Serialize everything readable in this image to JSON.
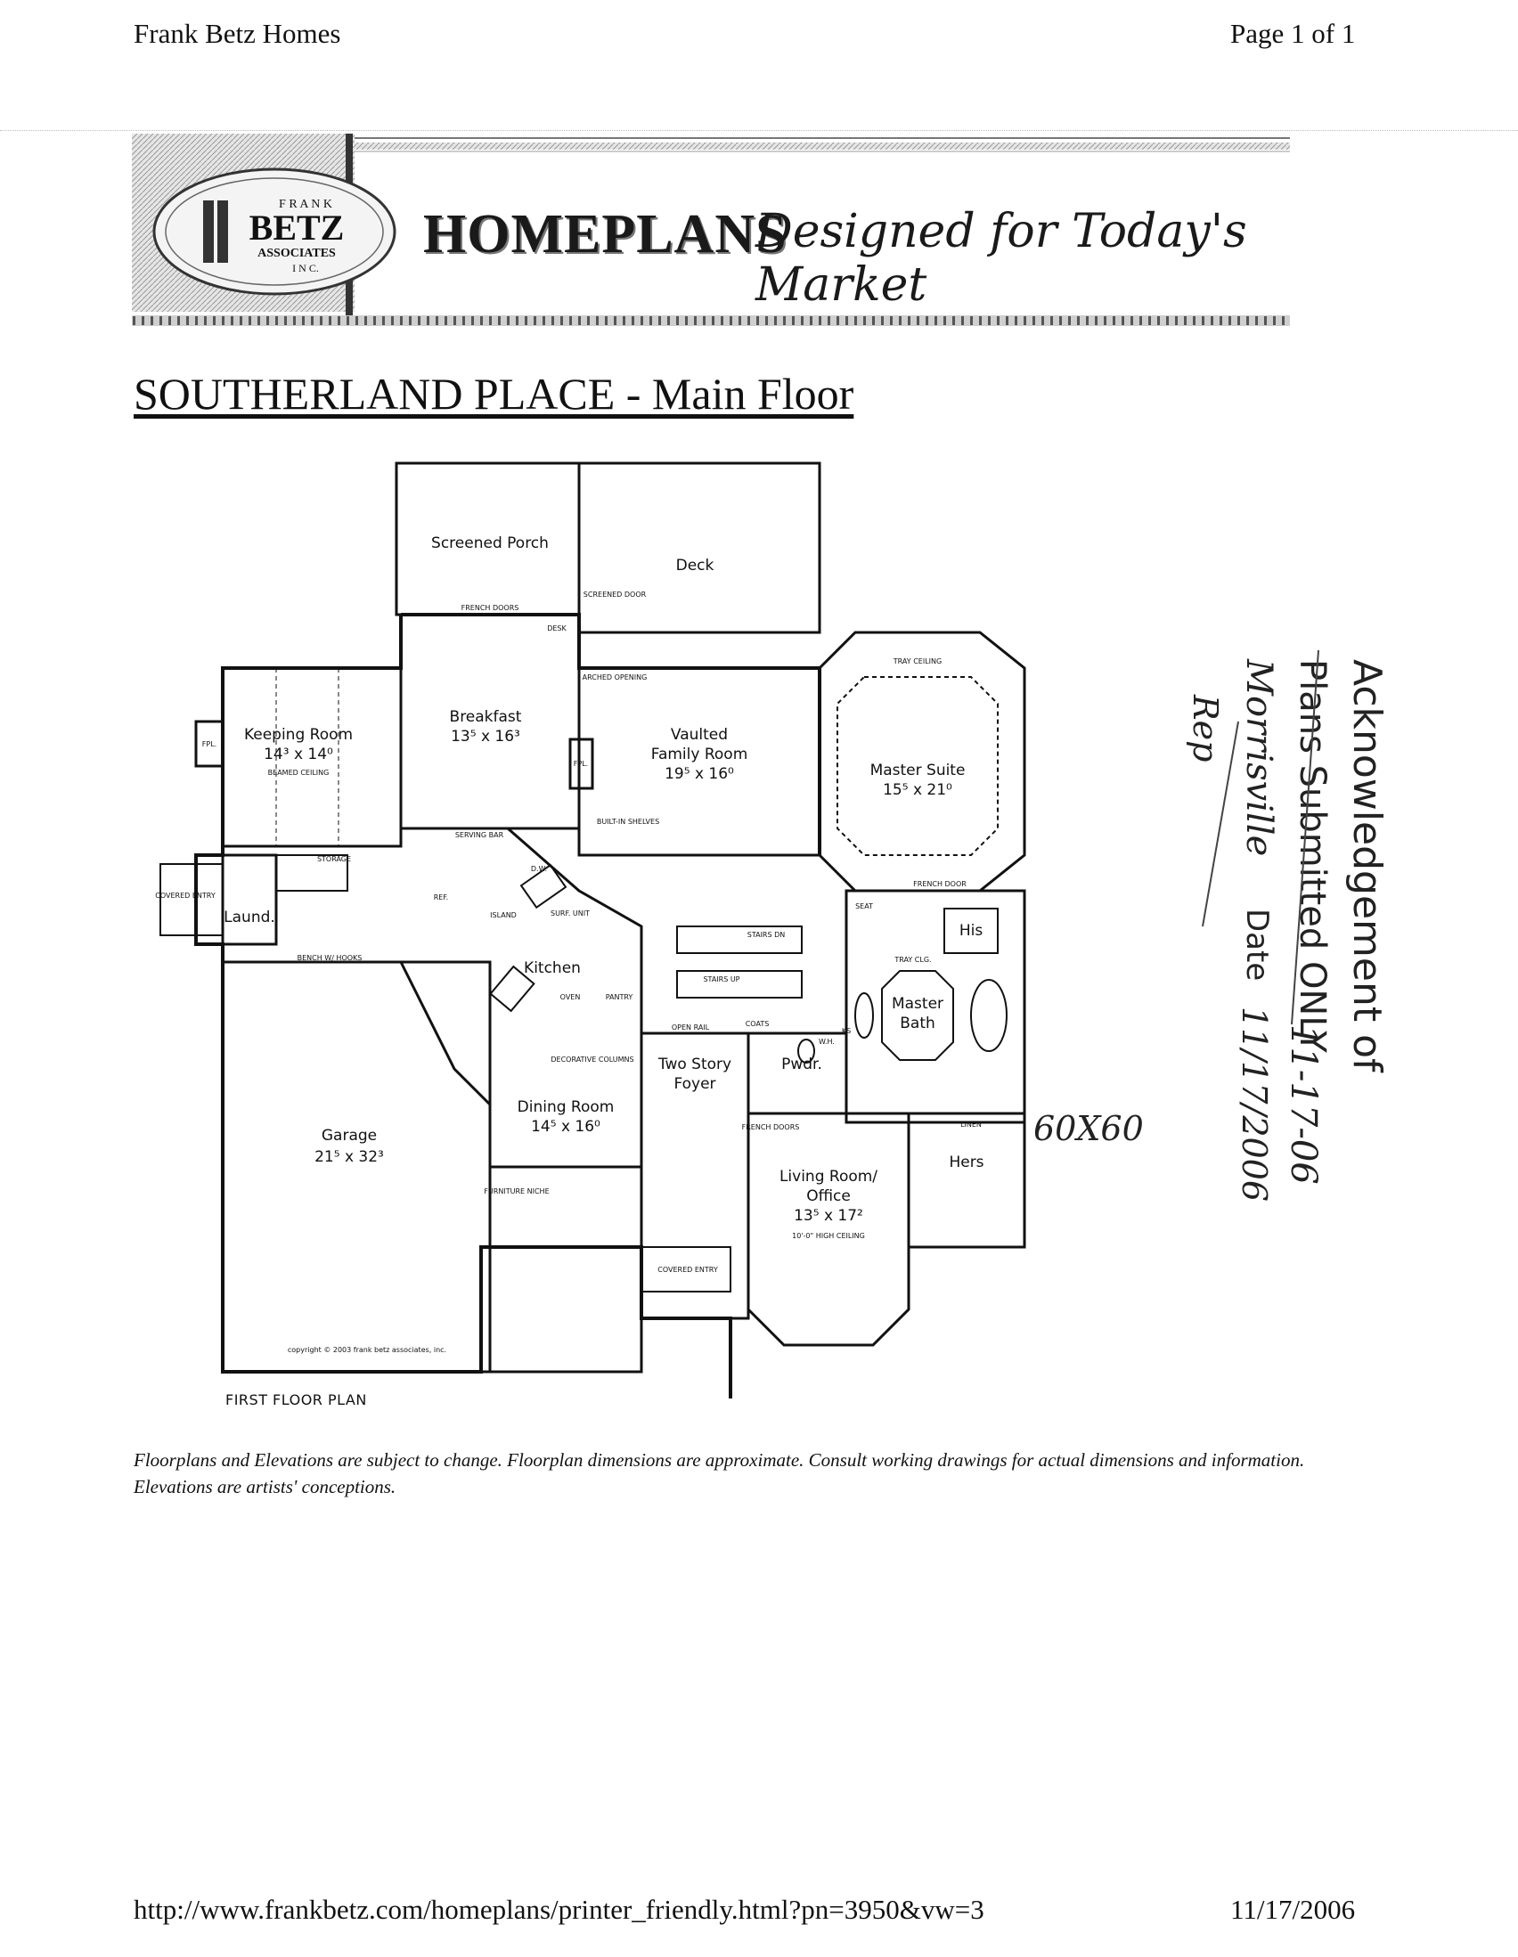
{
  "header": {
    "site_title": "Frank Betz Homes",
    "page_indicator": "Page 1 of 1"
  },
  "banner": {
    "logo_top": "F R A N K",
    "logo_main": "BETZ",
    "logo_sub": "ASSOCIATES",
    "logo_bottom": "I N C.",
    "title": "HOMEPLANS",
    "tagline": "Designed for Today's Market"
  },
  "plan_heading": "SOUTHERLAND PLACE - Main Floor",
  "floorplan": {
    "caption": "FIRST FLOOR PLAN",
    "copyright": "copyright © 2003 frank betz associates, inc.",
    "rooms": [
      {
        "name": "Screened Porch",
        "dim": ""
      },
      {
        "name": "Deck",
        "dim": ""
      },
      {
        "name": "Breakfast",
        "dim": "13⁵ x 16³"
      },
      {
        "name": "Keeping Room",
        "dim": "14³ x 14⁰"
      },
      {
        "name": "Vaulted",
        "dim": ""
      },
      {
        "name": "Family Room",
        "dim": "19⁵ x 16⁰"
      },
      {
        "name": "Master Suite",
        "dim": "15⁵ x 21⁰"
      },
      {
        "name": "His",
        "dim": ""
      },
      {
        "name": "Master",
        "dim": ""
      },
      {
        "name": "Bath",
        "dim": ""
      },
      {
        "name": "Kitchen",
        "dim": ""
      },
      {
        "name": "Laund.",
        "dim": ""
      },
      {
        "name": "Garage",
        "dim": "21⁵ x 32³"
      },
      {
        "name": "Dining Room",
        "dim": "14⁵ x 16⁰"
      },
      {
        "name": "Two Story",
        "dim": ""
      },
      {
        "name": "Foyer",
        "dim": ""
      },
      {
        "name": "Pwdr.",
        "dim": ""
      },
      {
        "name": "Living Room/",
        "dim": ""
      },
      {
        "name": "Office",
        "dim": "13⁵ x 17²"
      },
      {
        "name": "Hers",
        "dim": ""
      }
    ],
    "labels": {
      "french_doors": "FRENCH DOORS",
      "screened_door": "SCREENED DOOR",
      "desk": "DESK",
      "arched_opening": "ARCHED OPENING",
      "tray_ceiling": "TRAY CEILING",
      "beamed_ceiling": "BEAMED CEILING",
      "serving_bar": "SERVING BAR",
      "built_in_shelves": "BUILT-IN SHELVES",
      "storage": "STORAGE",
      "covered_entry": "COVERED ENTRY",
      "bench": "BENCH W/ HOOKS",
      "ref": "REF.",
      "island": "ISLAND",
      "dw": "D.W.",
      "surf_unit": "SURF. UNIT",
      "oven": "OVEN",
      "pantry": "PANTRY",
      "stairs_dn": "STAIRS DN",
      "stairs_up": "STAIRS UP",
      "open_rail": "OPEN RAIL",
      "coats": "COATS",
      "decorative_columns": "DECORATIVE COLUMNS",
      "furniture_niche": "FURNITURE NICHE",
      "covered_entry_front": "COVERED ENTRY",
      "french_doors_office": "FRENCH DOORS",
      "high_ceiling": "10'-0\" HIGH CEILING",
      "linen": "LINEN",
      "wh": "W.H.",
      "tray_clg": "TRAY CLG.",
      "french_door_master": "FRENCH DOOR",
      "fpl": "FPL.",
      "fpl2": "FPL.",
      "seat": "SEAT",
      "ks": "KS"
    }
  },
  "stamp": {
    "line1": "Acknowledgement of",
    "line2": "Plans Submitted ONLY",
    "line3": "Date",
    "written_date1": "11-17-06",
    "written_date2": "11/17/2006",
    "signature1": "Morrisville",
    "signature2": "Rep",
    "note": "60X60"
  },
  "disclaimer": "Floorplans and Elevations are subject to change. Floorplan dimensions are approximate. Consult working drawings for actual dimensions and information. Elevations are artists' conceptions.",
  "footer": {
    "url": "http://www.frankbetz.com/homeplans/printer_friendly.html?pn=3950&vw=3",
    "date": "11/17/2006"
  }
}
